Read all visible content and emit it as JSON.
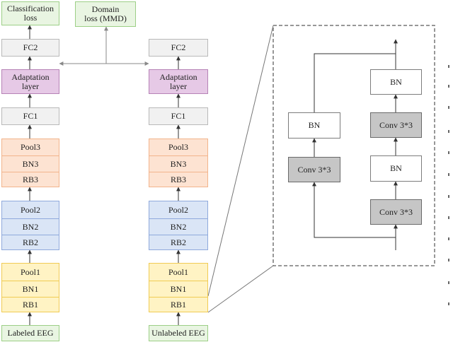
{
  "left_column": {
    "input": "Labeled EEG",
    "stage1": [
      "Pool1",
      "BN1",
      "RB1"
    ],
    "stage2": [
      "Pool2",
      "BN2",
      "RB2"
    ],
    "stage3": [
      "Pool3",
      "BN3",
      "RB3"
    ],
    "fc1": "FC1",
    "adaptation": [
      "Adaptation",
      "layer"
    ],
    "fc2": "FC2",
    "loss": [
      "Classification",
      "loss"
    ]
  },
  "right_column": {
    "input": "Unlabeled EEG",
    "stage1": [
      "Pool1",
      "BN1",
      "RB1"
    ],
    "stage2": [
      "Pool2",
      "BN2",
      "RB2"
    ],
    "stage3": [
      "Pool3",
      "BN3",
      "RB3"
    ],
    "fc1": "FC1",
    "adaptation": [
      "Adaptation",
      "layer"
    ],
    "fc2": "FC2"
  },
  "domain_loss": [
    "Domain",
    "loss (MMD)"
  ],
  "residual_block": {
    "shortcut_branch": [
      "Conv 3*3",
      "BN"
    ],
    "main_branch": [
      "Conv 3*3",
      "BN",
      "Conv 3*3",
      "BN"
    ]
  },
  "colors": {
    "loss_fill": "#e9f5e2",
    "fc_fill": "#f1f1f1",
    "adaptation_fill": "#e6c9e6",
    "stage3_fill": "#fde3d2",
    "stage2_fill": "#dae5f6",
    "stage1_fill": "#fff3c4",
    "conv_fill": "#c6c6c6"
  }
}
